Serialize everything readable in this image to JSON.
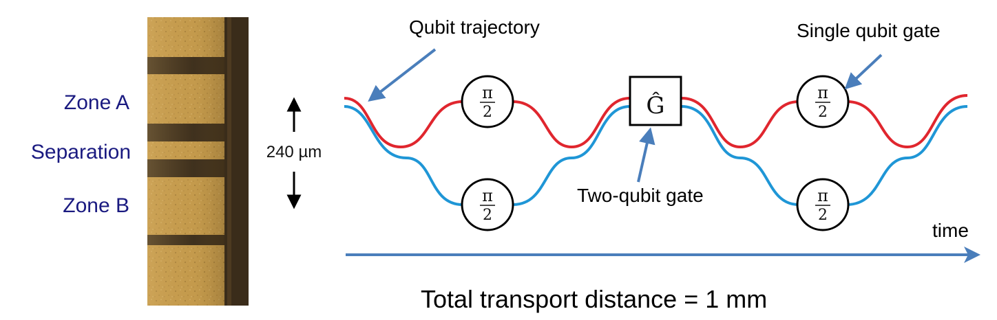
{
  "zones": {
    "zone_a": "Zone A",
    "separation": "Separation",
    "zone_b": "Zone B"
  },
  "scale": {
    "label": "240 µm"
  },
  "annotations": {
    "qubit_trajectory": "Qubit trajectory",
    "single_qubit_gate": "Single qubit gate",
    "two_qubit_gate": "Two-qubit gate",
    "time": "time"
  },
  "gates": {
    "pi": "π",
    "two": "2",
    "entangling": "Ĝ"
  },
  "footer": {
    "total_distance": "Total transport distance = 1 mm"
  },
  "colors": {
    "trajectory_a": "#e0262e",
    "trajectory_b": "#1f96d6",
    "annotation_arrow": "#4a7ebb",
    "zone_text": "#1a1a80",
    "electrode_gold": "#c49a4a",
    "electrode_gap": "#2a2118"
  }
}
